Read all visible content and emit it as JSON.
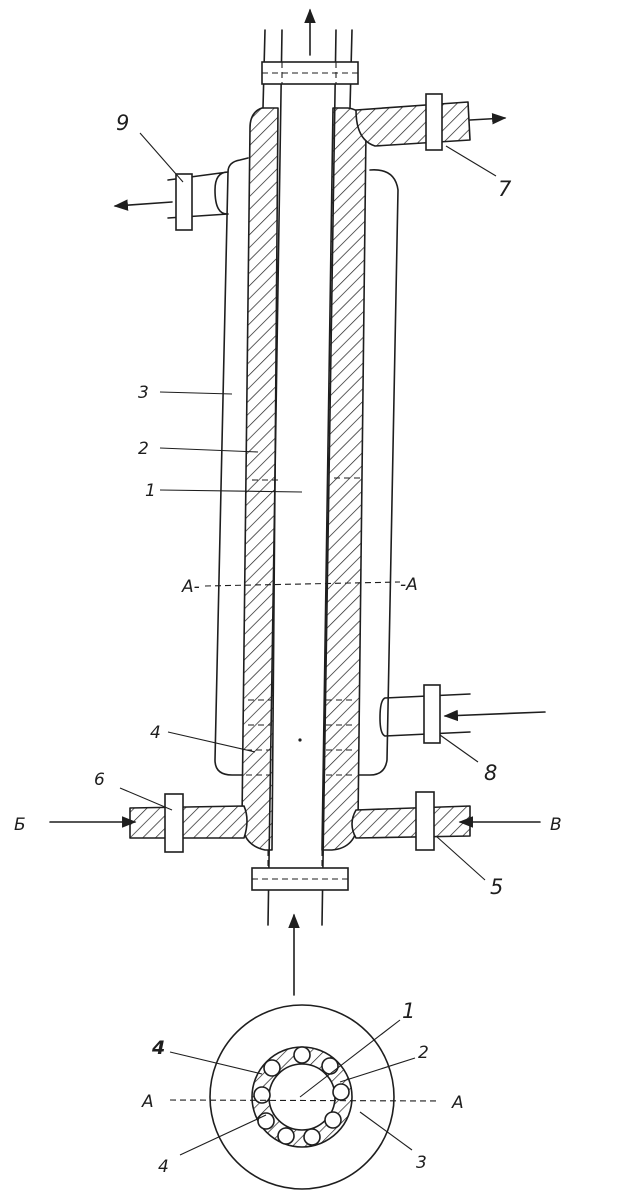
{
  "labels": {
    "tube_inner": "1",
    "tube_wall": "2",
    "jacket": "3",
    "insert": "4",
    "flange_right": "5",
    "flange_left": "6",
    "outlet_top_right": "7",
    "inlet_right": "8",
    "outlet_left": "9",
    "section_mark": "A-",
    "section_mark_right": "-A",
    "inlet_b": "Б",
    "inlet_v": "В",
    "section_label_left": "A",
    "section_label_right": "A",
    "section_tube": "1",
    "section_wall": "2",
    "section_jacket": "3",
    "section_insert_top": "4",
    "section_insert_bottom": "4"
  },
  "colors": {
    "ink": "#1e1e1e",
    "paper": "#ffffff"
  }
}
